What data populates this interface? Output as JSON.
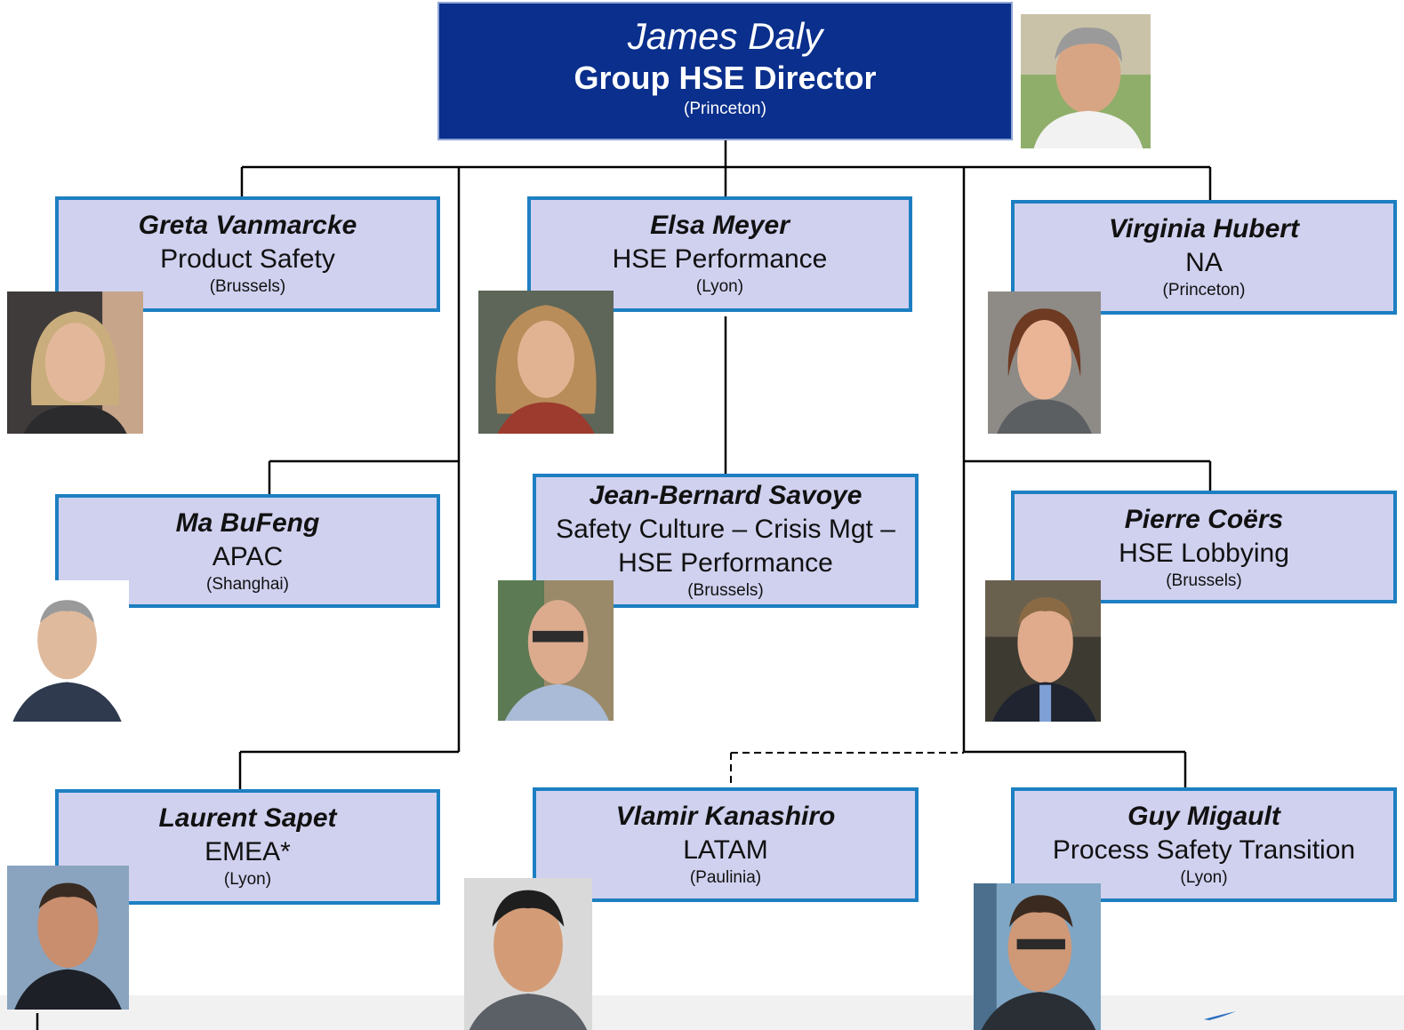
{
  "director": {
    "name": "James Daly",
    "role": "Group HSE Director",
    "location": "(Princeton)"
  },
  "members": [
    {
      "name": "Greta Vanmarcke",
      "role": "Product Safety",
      "location": "(Brussels)"
    },
    {
      "name": "Elsa Meyer",
      "role": "HSE Performance",
      "location": "(Lyon)"
    },
    {
      "name": "Virginia Hubert",
      "role": "NA",
      "location": "(Princeton)"
    },
    {
      "name": "Ma BuFeng",
      "role": "APAC",
      "location": "(Shanghai)"
    },
    {
      "name": "Jean-Bernard Savoye",
      "role": "Safety Culture – Crisis Mgt – HSE Performance",
      "location": "(Brussels)"
    },
    {
      "name": "Pierre Coërs",
      "role": "HSE Lobbying",
      "location": "(Brussels)"
    },
    {
      "name": "Laurent Sapet",
      "role": "EMEA*",
      "location": "(Lyon)"
    },
    {
      "name": "Vlamir Kanashiro",
      "role": "LATAM",
      "location": "(Paulinia)"
    },
    {
      "name": "Guy Migault",
      "role": "Process Safety Transition",
      "location": "(Lyon)"
    }
  ],
  "colors": {
    "director_bg": "#0a2f8c",
    "member_bg": "#d0d1ef",
    "member_border": "#1d7fc1",
    "connector": "#000000"
  }
}
